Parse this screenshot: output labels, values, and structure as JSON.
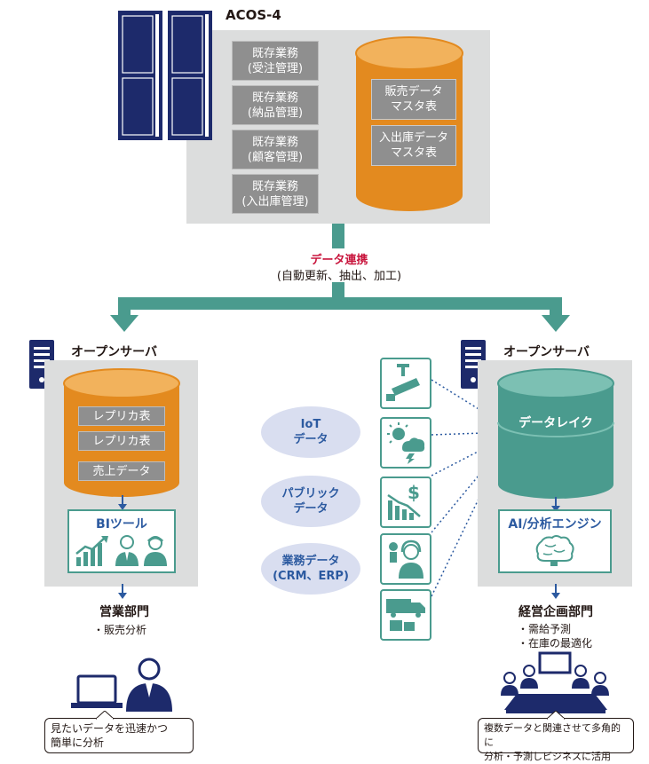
{
  "acos": {
    "title": "ACOS-4",
    "tasks": [
      {
        "line1": "既存業務",
        "line2": "(受注管理)"
      },
      {
        "line1": "既存業務",
        "line2": "(納品管理)"
      },
      {
        "line1": "既存業務",
        "line2": "(顧客管理)"
      },
      {
        "line1": "既存業務",
        "line2": "(入出庫管理)"
      }
    ],
    "db_tables": [
      {
        "line1": "販売データ",
        "line2": "マスタ表"
      },
      {
        "line1": "入出庫データ",
        "line2": "マスタ表"
      }
    ]
  },
  "link": {
    "title": "データ連携",
    "subtitle": "(自動更新、抽出、加工)"
  },
  "left": {
    "server_title": "オープンサーバ",
    "tables": [
      "レプリカ表",
      "レプリカ表",
      "売上データ"
    ],
    "tool_title": "BIツール",
    "dept_title": "営業部門",
    "dept_items": [
      "・販売分析"
    ],
    "callout_line1": "見たいデータを迅速かつ",
    "callout_line2": "簡単に分析"
  },
  "sources": [
    {
      "line1": "IoT",
      "line2": "データ"
    },
    {
      "line1": "パブリック",
      "line2": "データ"
    },
    {
      "line1": "業務データ",
      "line2": "(CRM、ERP)"
    }
  ],
  "right": {
    "server_title": "オープンサーバ",
    "lake_label": "データレイク",
    "ai_title": "AI/分析エンジン",
    "dept_title": "経営企画部門",
    "dept_items": [
      "・需給予測",
      "・在庫の最適化"
    ],
    "callout_line1": "複数データと関連させて多角的に",
    "callout_line2": "分析・予測しビジネスに活用"
  },
  "colors": {
    "navy": "#1d2a6b",
    "teal": "#4a9b8e",
    "orange": "#e38a1f",
    "gray_panel": "#dcdddd",
    "gray_box": "#8f8f8f",
    "blue_arrow": "#2c5aa0",
    "accent_red": "#c8143c"
  }
}
